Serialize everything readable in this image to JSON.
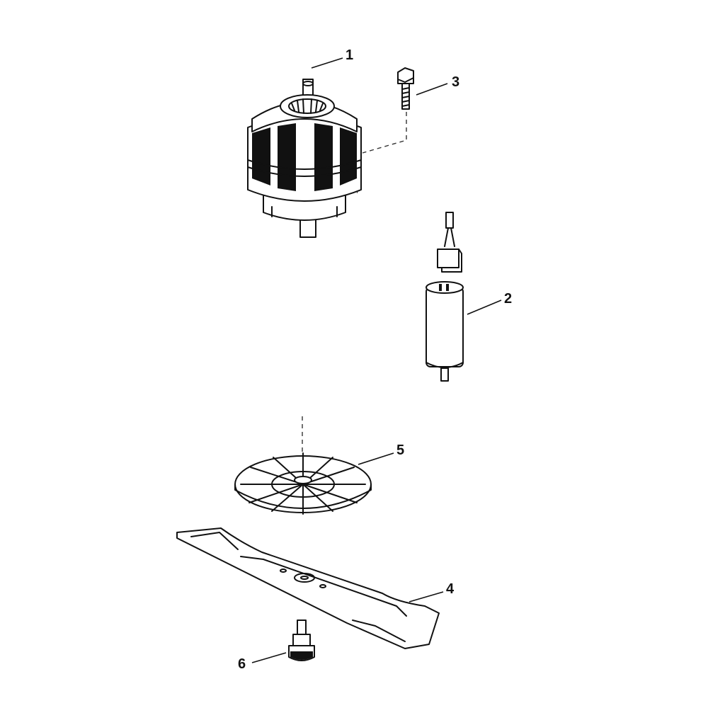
{
  "callouts": [
    {
      "id": "motor",
      "label": "1"
    },
    {
      "id": "capacitor",
      "label": "2"
    },
    {
      "id": "bolt",
      "label": "3"
    },
    {
      "id": "blade",
      "label": "4"
    },
    {
      "id": "fan",
      "label": "5"
    },
    {
      "id": "blade-adapter",
      "label": "6"
    }
  ]
}
